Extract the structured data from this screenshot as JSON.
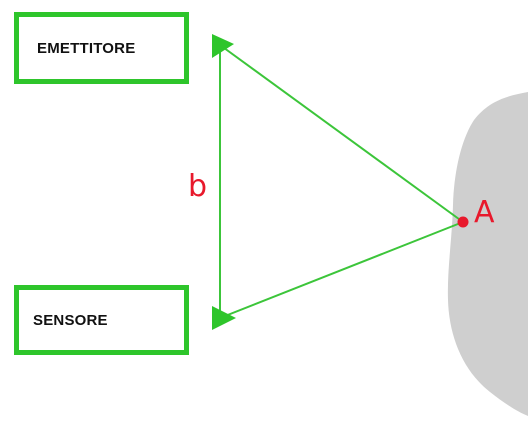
{
  "labels": {
    "emitter": "EMETTITORE",
    "sensor": "SENSORE",
    "baseline": "b",
    "target_point": "A"
  },
  "colors": {
    "box_border": "#2ec52b",
    "beam_line": "#3cc53a",
    "marker": "#2ec52b",
    "label_red": "#e8192c",
    "surface": "#cfcfcf"
  }
}
